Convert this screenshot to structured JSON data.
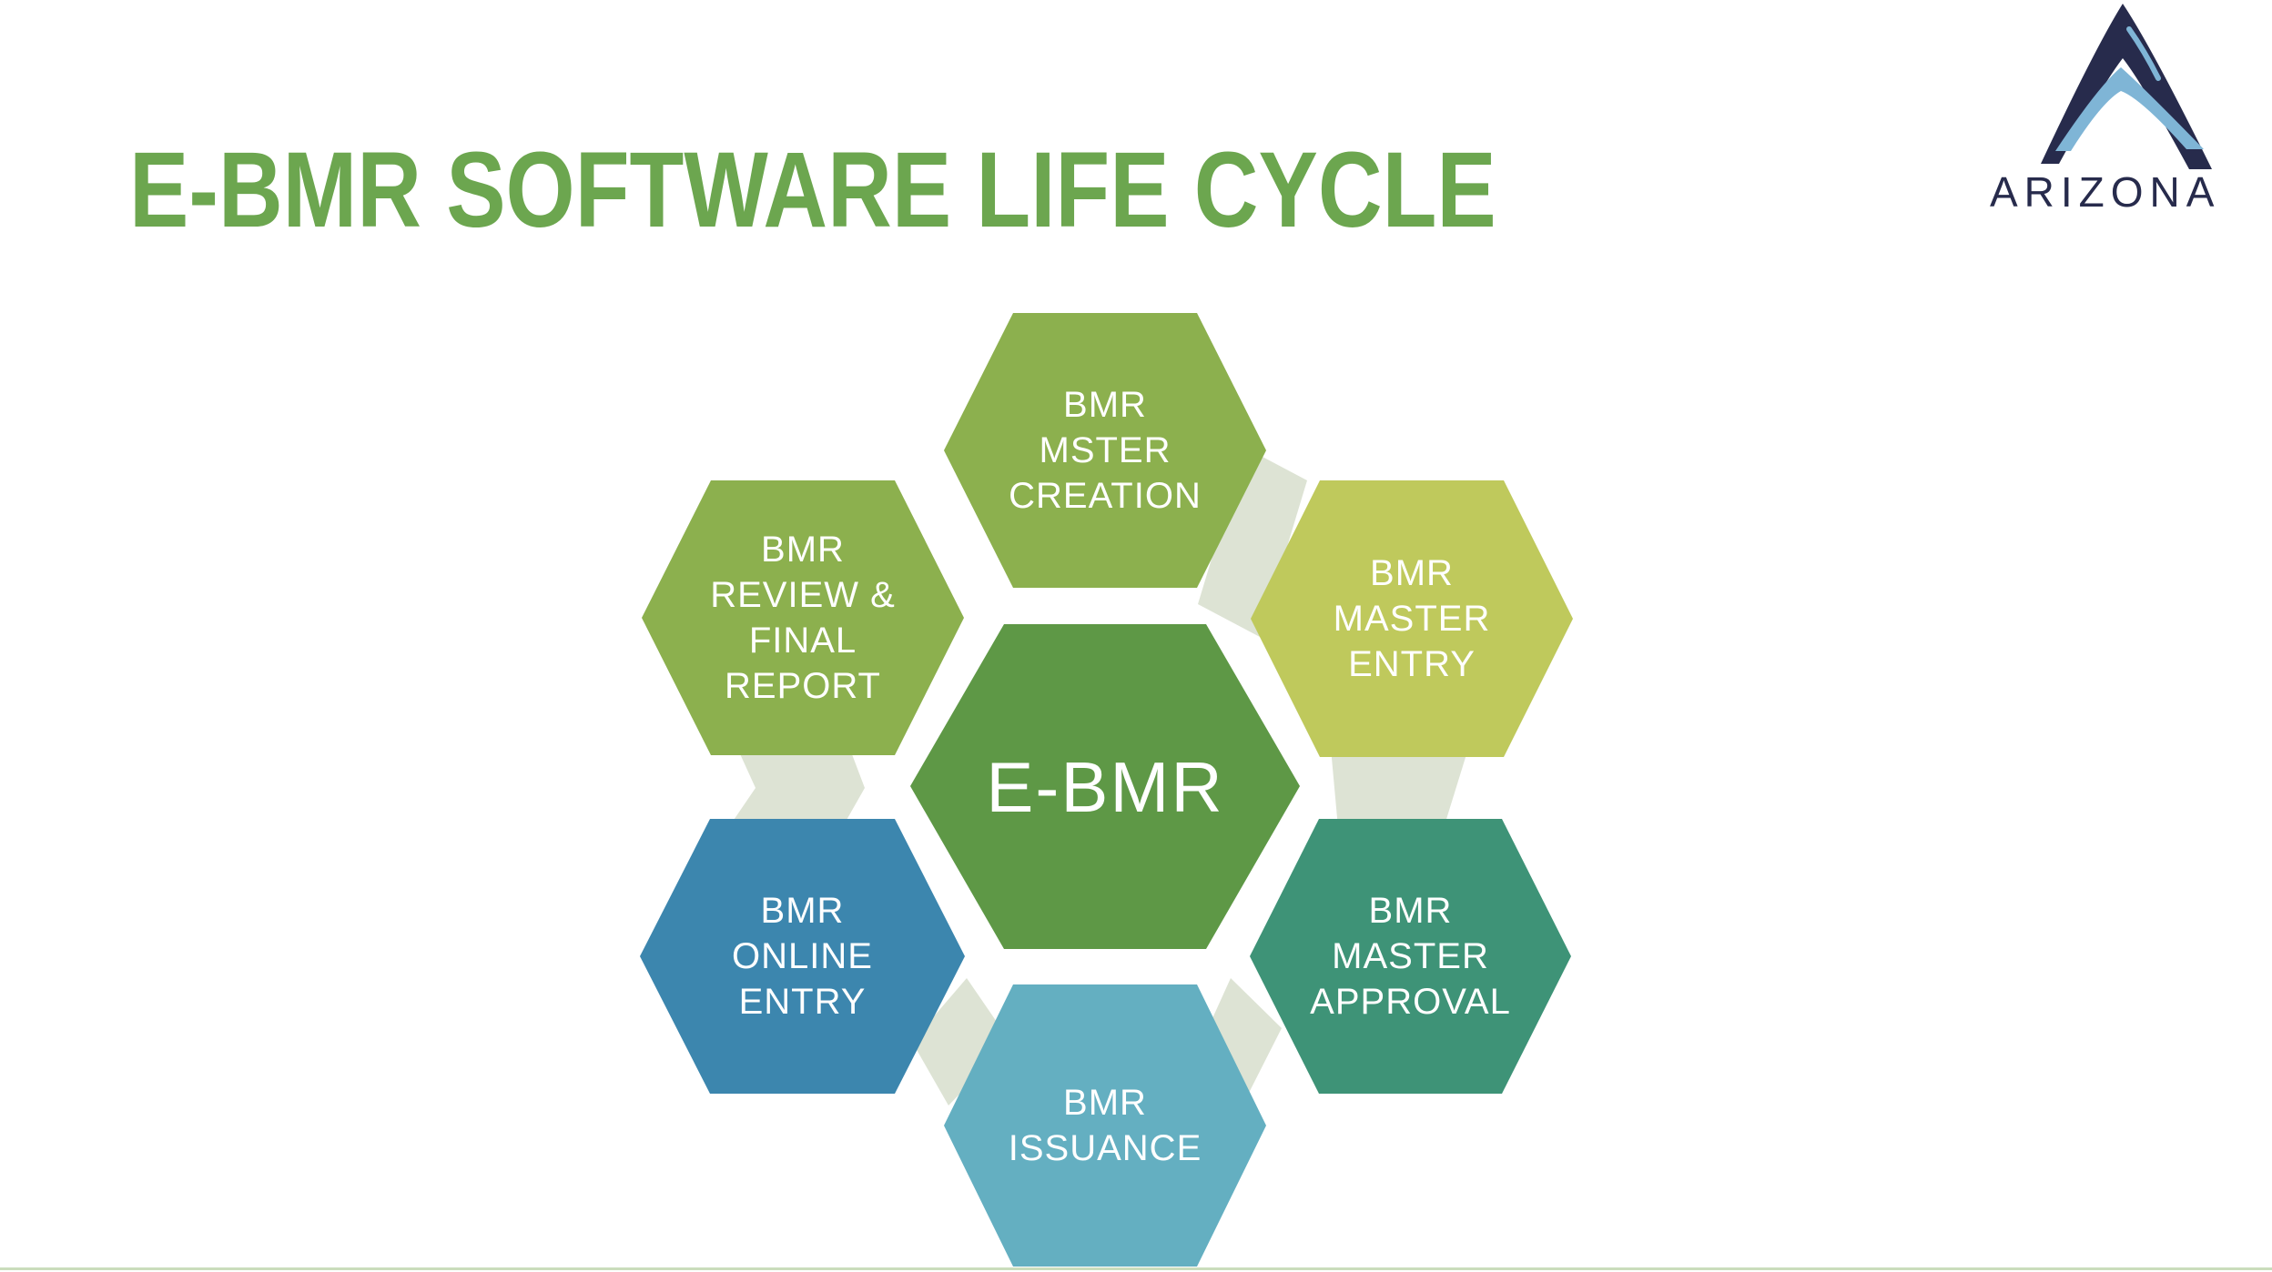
{
  "slide": {
    "title": "E-BMR SOFTWARE LIFE CYCLE",
    "title_color": "#6CA64F",
    "background_color": "#FFFFFF",
    "bottom_border_color": "#CADDBC"
  },
  "logo": {
    "brand": "ARIZONA",
    "icon": "mountain-swoosh-icon",
    "navy_color": "#272B4C",
    "light_blue_color": "#7FB5D6"
  },
  "diagram": {
    "type": "hexagon-cycle",
    "connector_color": "#DDE3D4",
    "text_color": "#FFFFFF",
    "center": {
      "id": "e-bmr",
      "label": "E-BMR",
      "color": "#5E9846"
    },
    "nodes": [
      {
        "id": "bmr-master-creation",
        "label": "BMR\nMSTER\nCREATION",
        "color": "#8CB04E"
      },
      {
        "id": "bmr-master-entry",
        "label": "BMR\nMASTER\nENTRY",
        "color": "#BFC95C"
      },
      {
        "id": "bmr-master-approval",
        "label": "BMR\nMASTER\nAPPROVAL",
        "color": "#3E9377"
      },
      {
        "id": "bmr-issuance",
        "label": "BMR\nISSUANCE",
        "color": "#64AFC1"
      },
      {
        "id": "bmr-online-entry",
        "label": "BMR\nONLINE\nENTRY",
        "color": "#3C86AE"
      },
      {
        "id": "bmr-review-final",
        "label": "BMR\nREVIEW &\nFINAL\nREPORT",
        "color": "#8CB04E"
      }
    ]
  }
}
